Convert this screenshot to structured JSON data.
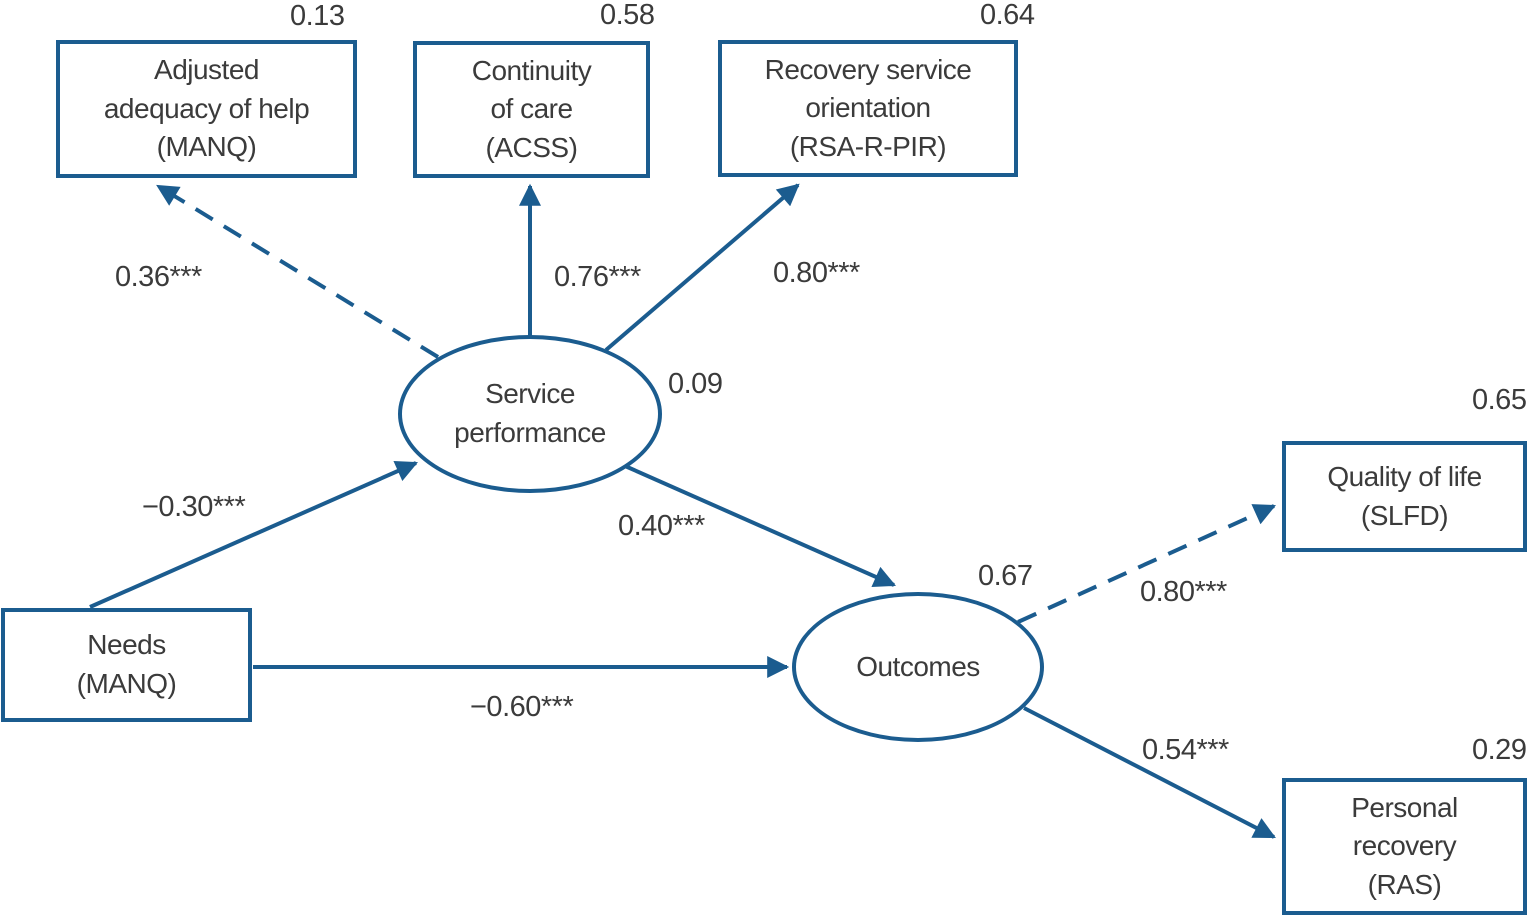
{
  "figure": {
    "type": "sem-path-diagram",
    "colors": {
      "line": "#1b5c8f",
      "text": "#3b3b3b",
      "background": "#ffffff"
    }
  },
  "nodes": {
    "adequacy": {
      "label": "Adjusted\nadequacy of help\n(MANQ)",
      "shape": "rect",
      "variance": "0.13"
    },
    "continuity": {
      "label": "Continuity\nof care\n(ACSS)",
      "shape": "rect",
      "variance": "0.58"
    },
    "recovery_orientation": {
      "label": "Recovery service\norientation\n(RSA-R-PIR)",
      "shape": "rect",
      "variance": "0.64"
    },
    "service_performance": {
      "label": "Service\nperformance",
      "shape": "ellipse",
      "variance": "0.09"
    },
    "outcomes": {
      "label": "Outcomes",
      "shape": "ellipse",
      "variance": "0.67"
    },
    "needs": {
      "label": "Needs\n(MANQ)",
      "shape": "rect"
    },
    "quality_of_life": {
      "label": "Quality of life\n(SLFD)",
      "shape": "rect",
      "variance": "0.65"
    },
    "personal_recovery": {
      "label": "Personal\nrecovery\n(RAS)",
      "shape": "rect",
      "variance": "0.29"
    }
  },
  "edges": {
    "sp_to_adequacy": {
      "from": "service_performance",
      "to": "adequacy",
      "label": "0.36***",
      "style": "dashed"
    },
    "sp_to_continuity": {
      "from": "service_performance",
      "to": "continuity",
      "label": "0.76***",
      "style": "solid"
    },
    "sp_to_recovery_orientation": {
      "from": "service_performance",
      "to": "recovery_orientation",
      "label": "0.80***",
      "style": "solid"
    },
    "needs_to_sp": {
      "from": "needs",
      "to": "service_performance",
      "label": "−0.30***",
      "style": "solid"
    },
    "sp_to_outcomes": {
      "from": "service_performance",
      "to": "outcomes",
      "label": "0.40***",
      "style": "solid"
    },
    "needs_to_outcomes": {
      "from": "needs",
      "to": "outcomes",
      "label": "−0.60***",
      "style": "solid"
    },
    "outcomes_to_qol": {
      "from": "outcomes",
      "to": "quality_of_life",
      "label": "0.80***",
      "style": "dashed"
    },
    "outcomes_to_pr": {
      "from": "outcomes",
      "to": "personal_recovery",
      "label": "0.54***",
      "style": "solid"
    }
  }
}
